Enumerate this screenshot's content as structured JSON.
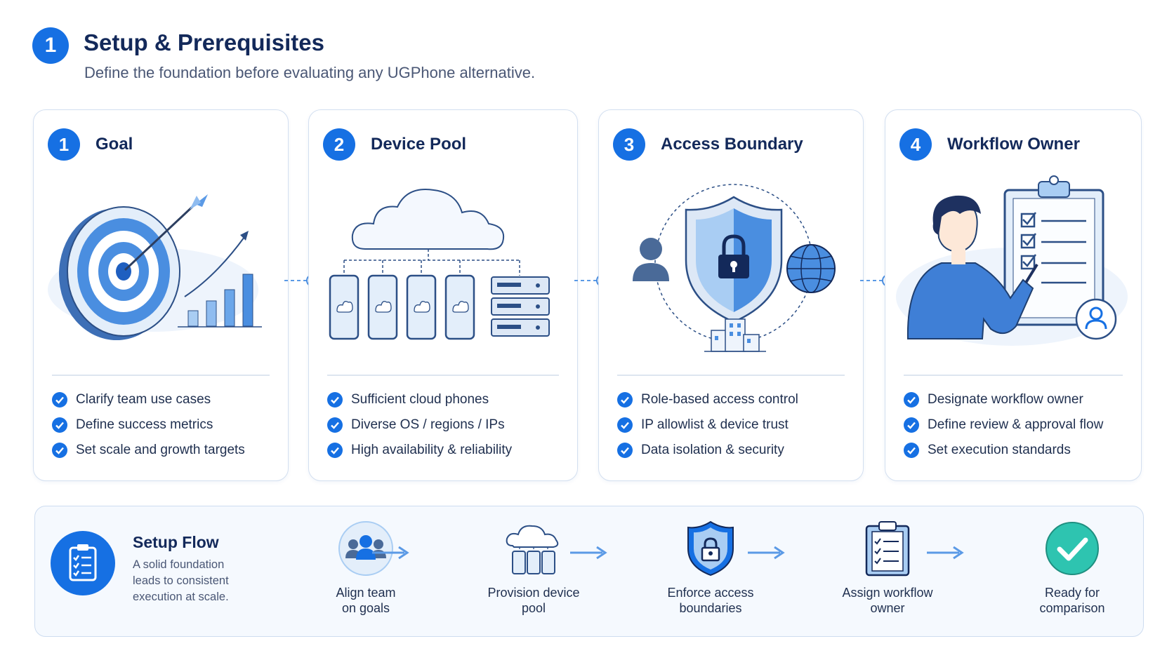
{
  "header": {
    "badge": "1",
    "title": "Setup & Prerequisites",
    "subtitle": "Define the foundation before evaluating any UGPhone alternative."
  },
  "cards": [
    {
      "number": "1",
      "title": "Goal",
      "items": [
        "Clarify team use cases",
        "Define success metrics",
        "Set scale and growth targets"
      ]
    },
    {
      "number": "2",
      "title": "Device Pool",
      "items": [
        "Sufficient cloud phones",
        "Diverse OS / regions / IPs",
        "High availability & reliability"
      ]
    },
    {
      "number": "3",
      "title": "Access Boundary",
      "items": [
        "Role-based access control",
        "IP allowlist & device trust",
        "Data isolation & security"
      ]
    },
    {
      "number": "4",
      "title": "Workflow Owner",
      "items": [
        "Designate workflow owner",
        "Define review & approval flow",
        "Set execution standards"
      ]
    }
  ],
  "flow": {
    "title": "Setup Flow",
    "description": "A solid foundation leads to consistent execution at scale.",
    "steps": [
      {
        "line1": "Align team",
        "line2": "on goals",
        "icon": "team-icon"
      },
      {
        "line1": "Provision device",
        "line2": "pool",
        "icon": "cloud-devices-icon"
      },
      {
        "line1": "Enforce access",
        "line2": "boundaries",
        "icon": "shield-lock-icon"
      },
      {
        "line1": "Assign workflow",
        "line2": "owner",
        "icon": "clipboard-icon"
      },
      {
        "line1": "Ready for",
        "line2": "comparison",
        "icon": "check-circle-icon"
      }
    ]
  },
  "colors": {
    "accent": "#1670e3",
    "light_blue": "#a9cdf3",
    "ready_green": "#2ec4b0",
    "text_dark": "#13295a"
  }
}
